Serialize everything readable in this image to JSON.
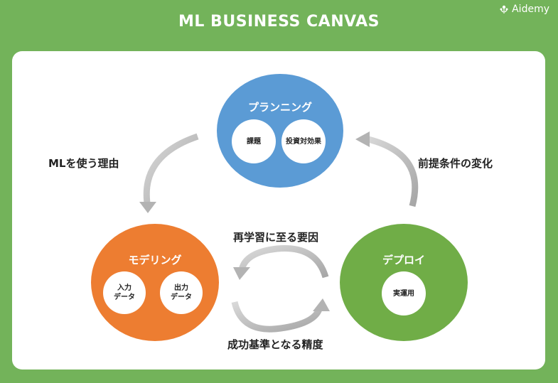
{
  "title": "ML BUSINESS CANVAS",
  "logo": {
    "text": "Aidemy",
    "icon": "sprout-icon"
  },
  "planning": {
    "label": "プランニング",
    "color": "#5b9bd5",
    "items": [
      "課題",
      "投資対効果"
    ]
  },
  "modeling": {
    "label": "モデリング",
    "color": "#ed7d31",
    "input": [
      "入力",
      "データ"
    ],
    "output": [
      "出力",
      "データ"
    ]
  },
  "deploy": {
    "label": "デプロイ",
    "color": "#70ad47",
    "item": "実運用"
  },
  "labels": {
    "left": "MLを使う理由",
    "right": "前提条件の変化",
    "middle_top": "再学習に至る要因",
    "middle_bottom": "成功基準となる精度"
  }
}
